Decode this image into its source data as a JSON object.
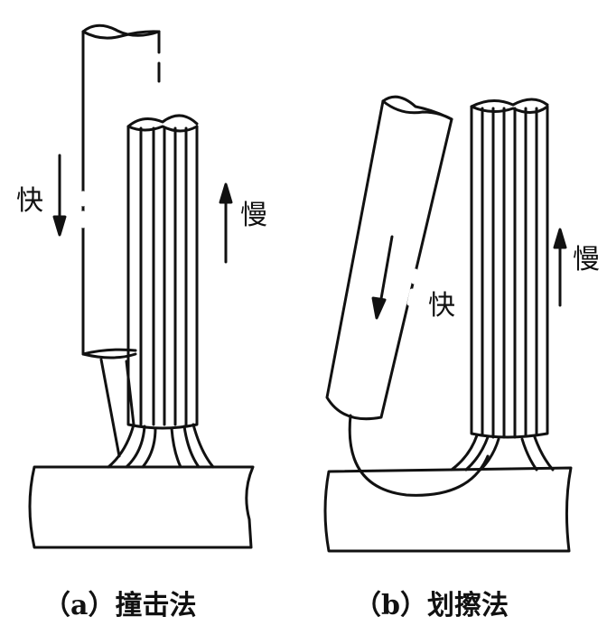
{
  "figure_a": {
    "caption": "（a）撞击法",
    "arrow_down_label": "快",
    "arrow_up_label": "慢"
  },
  "figure_b": {
    "caption": "（b）划擦法",
    "arrow_down_label": "快",
    "arrow_up_label": "慢"
  },
  "colors": {
    "line": "#111111",
    "background": "#ffffff"
  }
}
